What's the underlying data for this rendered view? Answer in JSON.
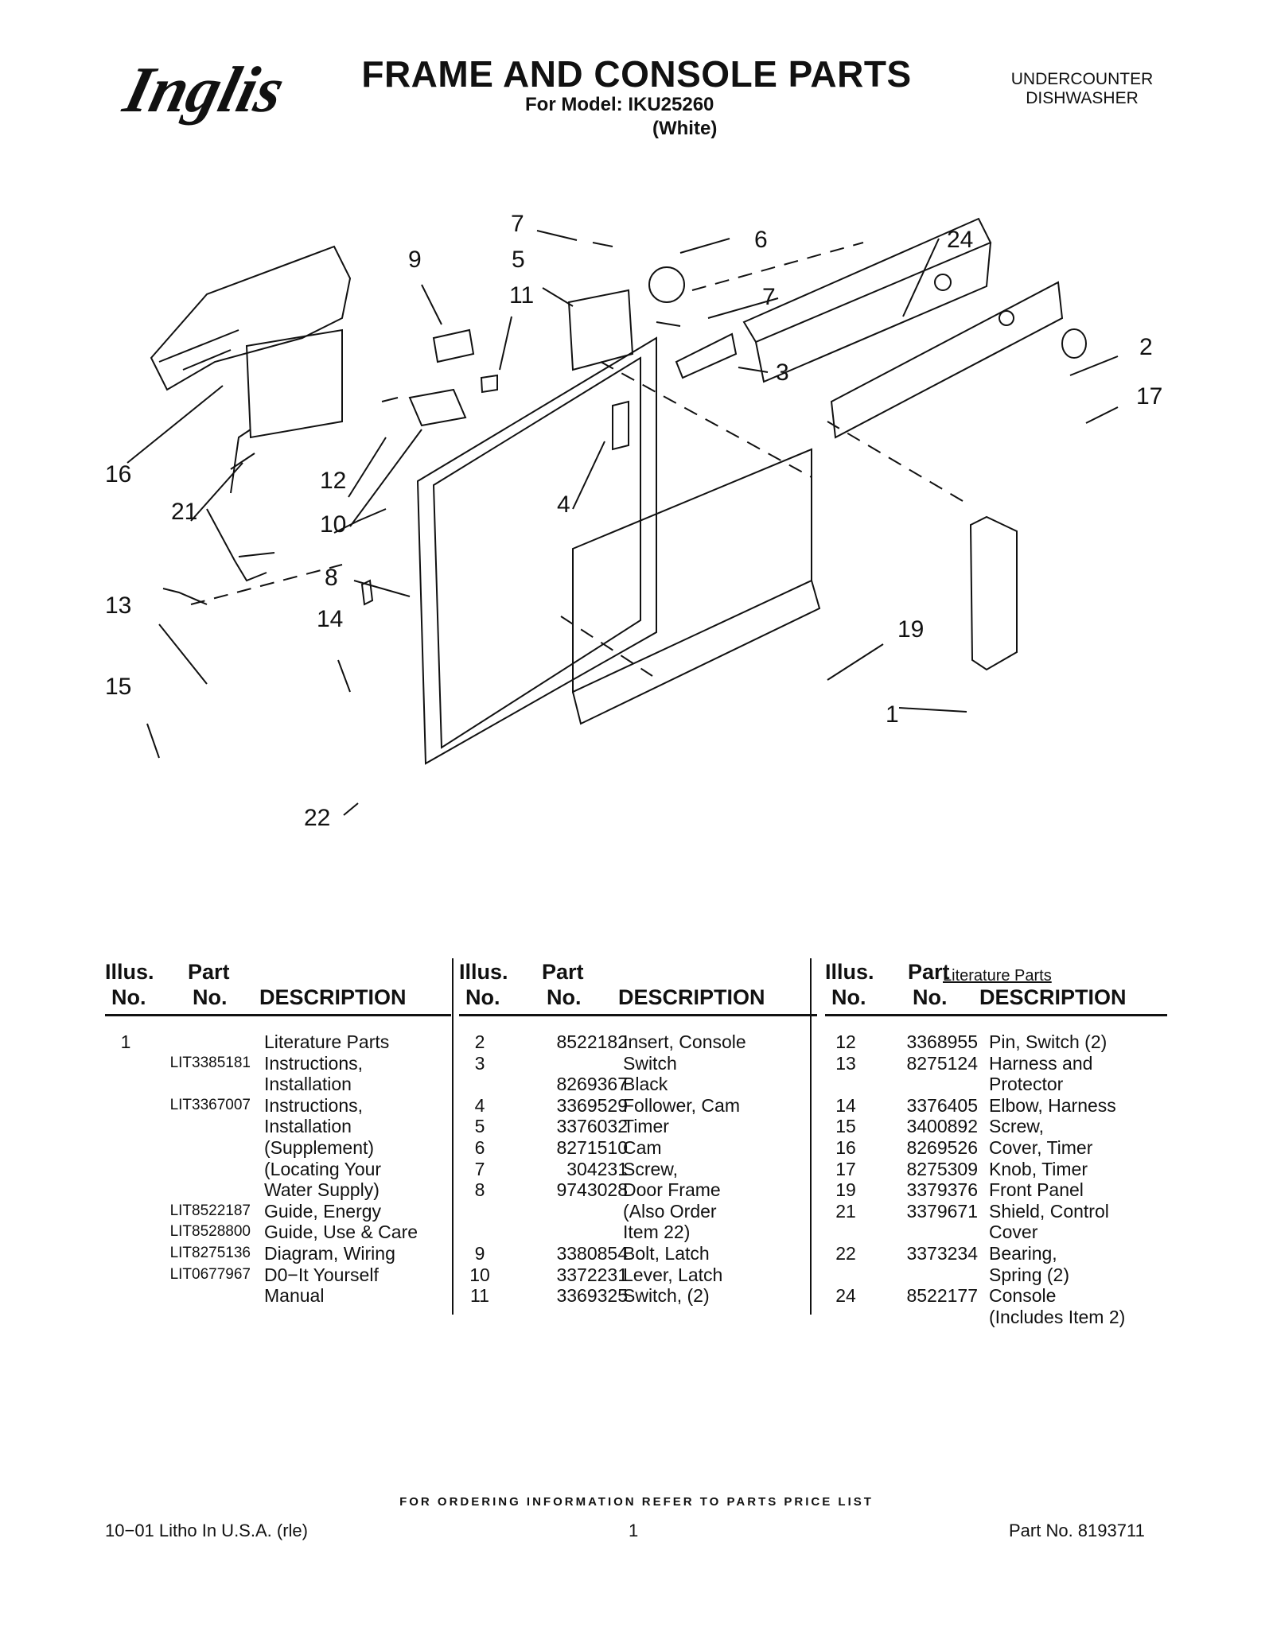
{
  "header": {
    "brand": "Inglis",
    "title": "FRAME AND CONSOLE PARTS",
    "model_line": "For Model: IKU25260",
    "color_line": "(White)",
    "product_type_line1": "UNDERCOUNTER",
    "product_type_line2": "DISHWASHER"
  },
  "diagram": {
    "callouts": [
      "7",
      "5",
      "9",
      "11",
      "6",
      "24",
      "7",
      "2",
      "3",
      "17",
      "16",
      "21",
      "12",
      "10",
      "4",
      "8",
      "13",
      "14",
      "19",
      "1",
      "15",
      "22"
    ],
    "literature_label": "Literature Parts"
  },
  "table": {
    "headers": {
      "illus_1": "Illus.",
      "illus_2": "No.",
      "part_1": "Part",
      "part_2": "No.",
      "desc": "DESCRIPTION"
    },
    "columns": [
      [
        [
          "1",
          "",
          "Literature Parts"
        ],
        [
          "",
          "LIT3385181",
          "Instructions,"
        ],
        [
          "",
          "",
          "Installation"
        ],
        [
          "",
          "LIT3367007",
          "Instructions,"
        ],
        [
          "",
          "",
          "Installation"
        ],
        [
          "",
          "",
          "(Supplement)"
        ],
        [
          "",
          "",
          "(Locating Your"
        ],
        [
          "",
          "",
          " Water Supply)"
        ],
        [
          "",
          "LIT8522187",
          "Guide, Energy"
        ],
        [
          "",
          "LIT8528800",
          "Guide, Use & Care"
        ],
        [
          "",
          "LIT8275136",
          "Diagram, Wiring"
        ],
        [
          "",
          "LIT0677967",
          "D0−It Yourself"
        ],
        [
          "",
          "",
          "Manual"
        ]
      ],
      [
        [
          "2",
          "8522182",
          "Insert, Console"
        ],
        [
          "3",
          "",
          "Switch"
        ],
        [
          "",
          "8269367",
          "Black"
        ],
        [
          "4",
          "3369529",
          "Follower, Cam"
        ],
        [
          "5",
          "3376032",
          "Timer"
        ],
        [
          "6",
          "8271510",
          "Cam"
        ],
        [
          "7",
          "304231",
          "Screw,"
        ],
        [
          "8",
          "9743028",
          "Door Frame"
        ],
        [
          "",
          "",
          "(Also Order"
        ],
        [
          "",
          "",
          "Item 22)"
        ],
        [
          "9",
          "3380854",
          "Bolt, Latch"
        ],
        [
          "10",
          "3372231",
          "Lever, Latch"
        ],
        [
          "11",
          "3369325",
          "Switch, (2)"
        ]
      ],
      [
        [
          "12",
          "3368955",
          "Pin, Switch (2)"
        ],
        [
          "13",
          "8275124",
          "Harness and"
        ],
        [
          "",
          "",
          "Protector"
        ],
        [
          "14",
          "3376405",
          "Elbow, Harness"
        ],
        [
          "15",
          "3400892",
          "Screw,"
        ],
        [
          "16",
          "8269526",
          "Cover, Timer"
        ],
        [
          "17",
          "8275309",
          "Knob, Timer"
        ],
        [
          "19",
          "3379376",
          "Front Panel"
        ],
        [
          "21",
          "3379671",
          "Shield, Control"
        ],
        [
          "",
          "",
          "Cover"
        ],
        [
          "22",
          "3373234",
          "Bearing,"
        ],
        [
          "",
          "",
          "Spring (2)"
        ],
        [
          "24",
          "8522177",
          "Console"
        ],
        [
          "",
          "",
          "(Includes Item 2)"
        ]
      ]
    ]
  },
  "footer": {
    "ordering": "FOR ORDERING INFORMATION REFER TO PARTS PRICE LIST",
    "litho": "10−01 Litho In U.S.A. (rle)",
    "page": "1",
    "part_no": "Part No. 8193711"
  }
}
